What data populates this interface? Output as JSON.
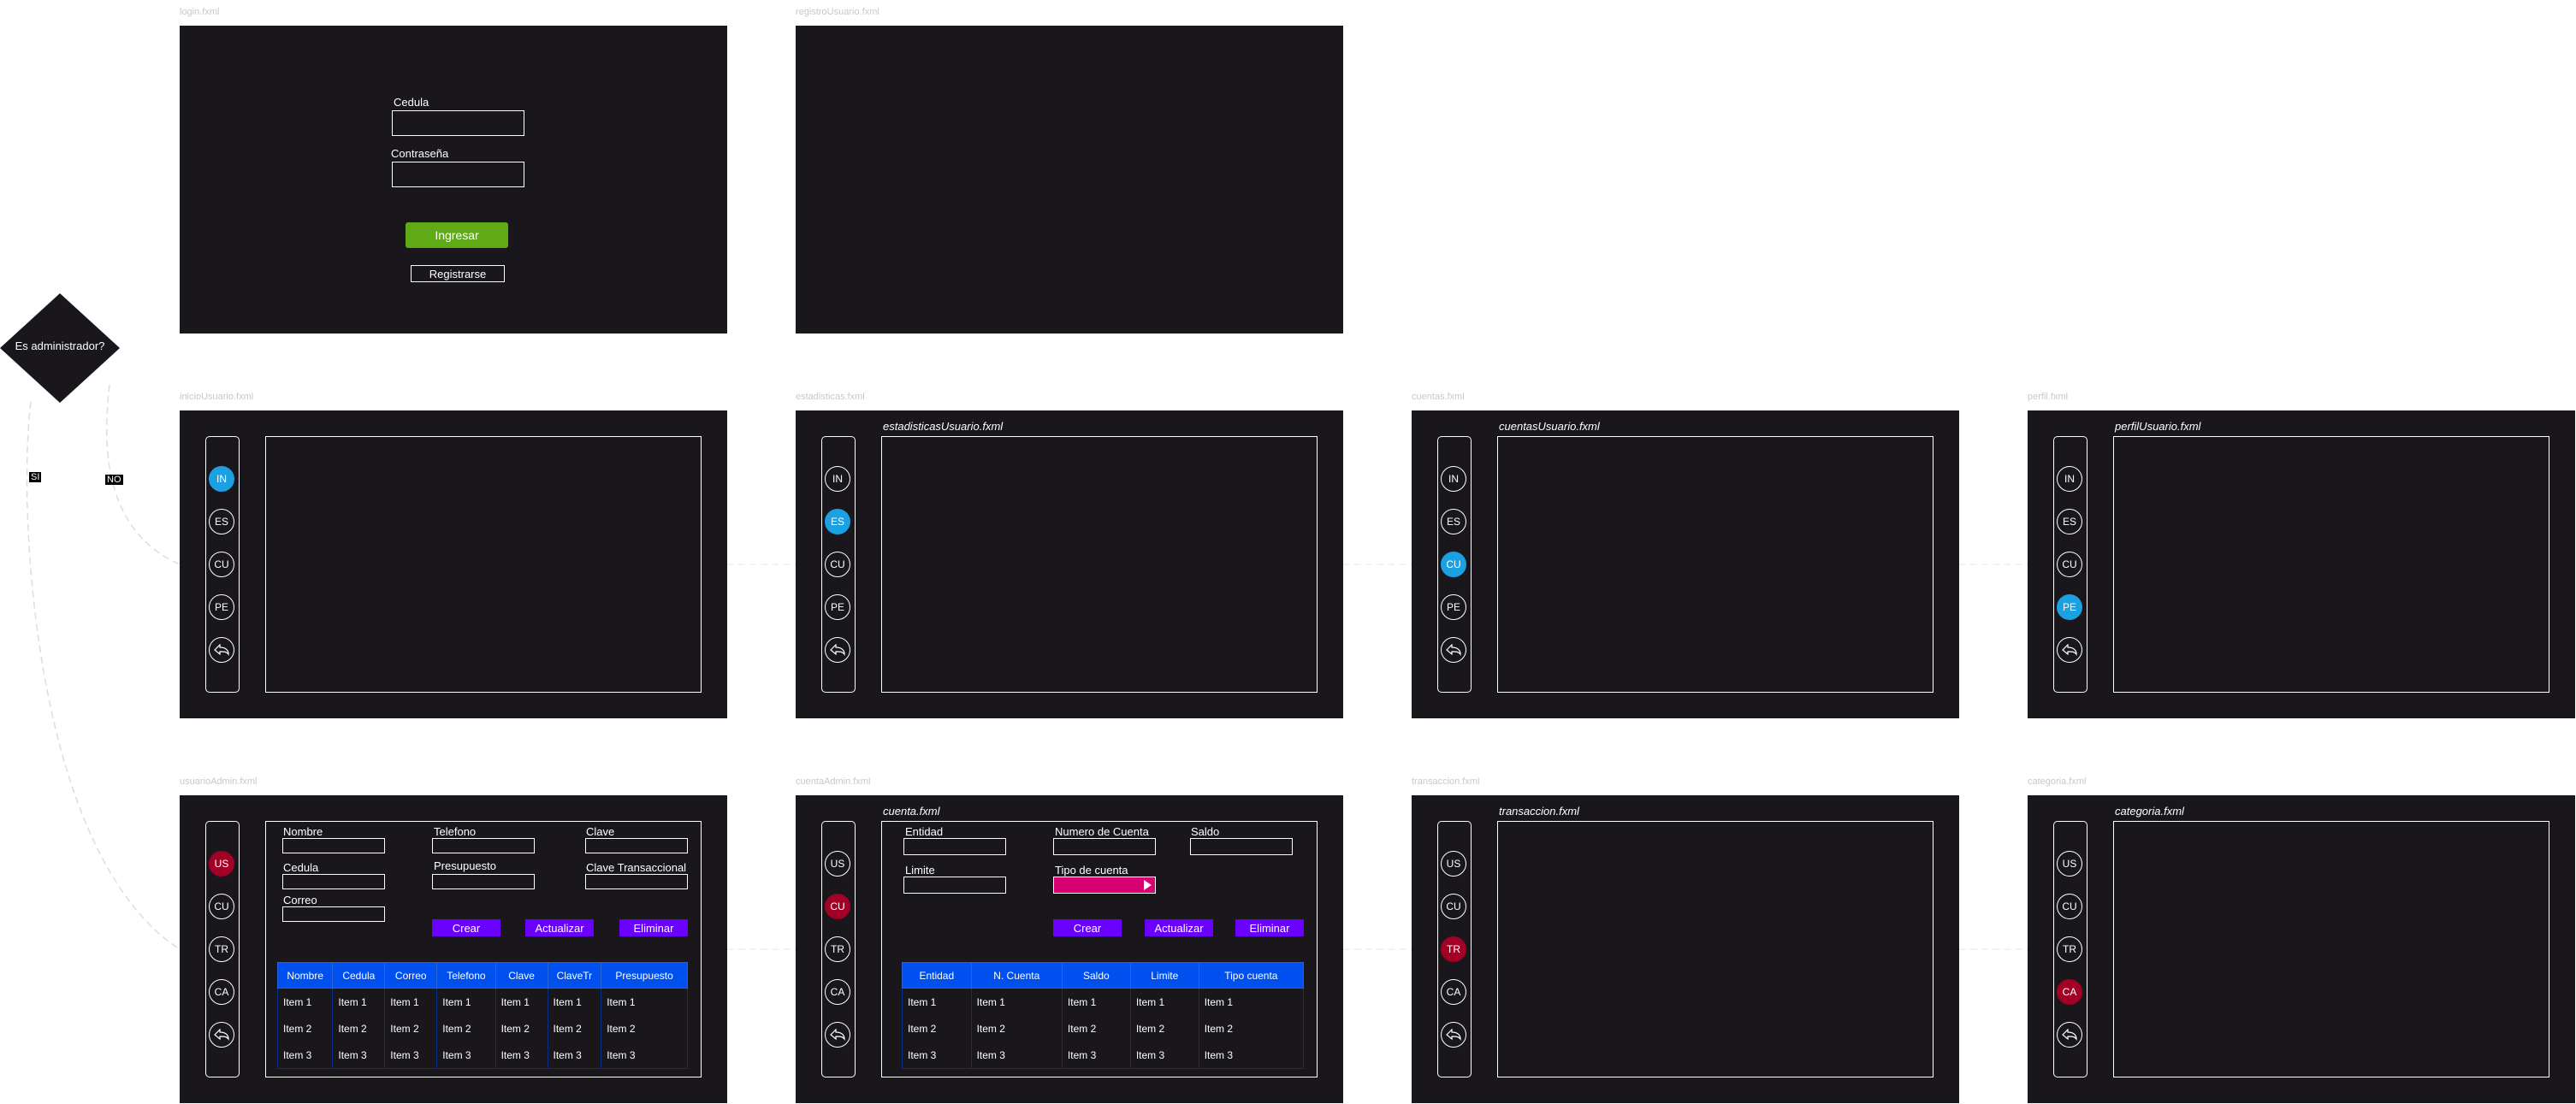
{
  "panel_titles": {
    "login": "login.fxml",
    "registro": "registroUsuario.fxml",
    "inicio": "inicioUsuario.fxml",
    "estadisticas": "estadisticas.fxml",
    "cuentas": "cuentas.fxml",
    "perfil": "perfil.fxml",
    "admin_usuario": "usuarioAdmin.fxml",
    "admin_cuenta": "cuentaAdmin.fxml",
    "admin_transaccion": "transaccion.fxml",
    "admin_categoria": "categoria.fxml"
  },
  "login": {
    "cedula_label": "Cedula",
    "password_label": "Contraseña",
    "login_button": "Ingresar",
    "register_button": "Registrarse"
  },
  "decision": {
    "question": "Es administrador?",
    "yes": "SI",
    "no": "NO"
  },
  "user_nav": [
    "IN",
    "ES",
    "CU",
    "PE"
  ],
  "admin_nav": [
    "US",
    "CU",
    "TR",
    "CA"
  ],
  "window_titles": {
    "estadisticas": "estadisticasUsuario.fxml",
    "cuentas": "cuentasUsuario.fxml",
    "perfil": "perfilUsuario.fxml",
    "cuenta": "cuenta.fxml",
    "transaccion": "transaccion.fxml",
    "categoria": "categoria.fxml"
  },
  "user_form": {
    "nombre": "Nombre",
    "telefono": "Telefono",
    "clave": "Clave",
    "cedula": "Cedula",
    "presupuesto": "Presupuesto",
    "clave_transaccional": "Clave Transaccional",
    "correo": "Correo"
  },
  "cuenta_form": {
    "entidad": "Entidad",
    "numero_cuenta": "Numero de Cuenta",
    "saldo": "Saldo",
    "limite": "Limite",
    "tipo_cuenta": "Tipo de cuenta"
  },
  "buttons": {
    "crear": "Crear",
    "actualizar": "Actualizar",
    "eliminar": "Eliminar"
  },
  "user_table": {
    "columns": [
      "Nombre",
      "Cedula",
      "Correo",
      "Telefono",
      "Clave",
      "ClaveTr",
      "Presupuesto"
    ],
    "rows": [
      [
        "Item 1",
        "Item 1",
        "Item 1",
        "Item 1",
        "Item 1",
        "Item 1",
        "Item 1"
      ],
      [
        "Item 2",
        "Item 2",
        "Item 2",
        "Item 2",
        "Item 2",
        "Item 2",
        "Item 2"
      ],
      [
        "Item 3",
        "Item 3",
        "Item 3",
        "Item 3",
        "Item 3",
        "Item 3",
        "Item 3"
      ]
    ]
  },
  "cuenta_table": {
    "columns": [
      "Entidad",
      "N. Cuenta",
      "Saldo",
      "Limite",
      "Tipo cuenta"
    ],
    "rows": [
      [
        "Item 1",
        "Item 1",
        "Item 1",
        "Item 1",
        "Item 1"
      ],
      [
        "Item 2",
        "Item 2",
        "Item 2",
        "Item 2",
        "Item 2"
      ],
      [
        "Item 3",
        "Item 3",
        "Item 3",
        "Item 3",
        "Item 3"
      ]
    ]
  },
  "colors": {
    "panel": "#19171c",
    "login_button": "#60a917",
    "active_user_nav": "#1ba1e2",
    "active_admin_nav": "#a20025",
    "action_button": "#6a00ff",
    "table_header": "#0050ef",
    "combo": "#d80073"
  }
}
